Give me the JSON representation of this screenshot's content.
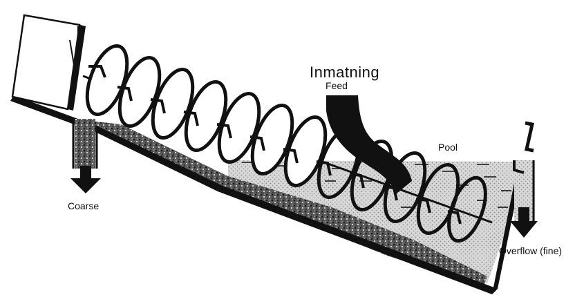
{
  "labels": {
    "inmatning": "Inmatning",
    "feed": "Feed",
    "pool": "Pool",
    "coarse": "Coarse",
    "overflow": "Overflow (fine)"
  },
  "colors": {
    "ink": "#111111",
    "slurry": "#d6d6d6",
    "sediment": "#4a4a4a",
    "background": "#ffffff"
  },
  "icons": {
    "coarse_arrow": "arrow-down-icon",
    "overflow_arrow": "arrow-down-icon",
    "feed_pipe": "feed-pipe-icon"
  }
}
